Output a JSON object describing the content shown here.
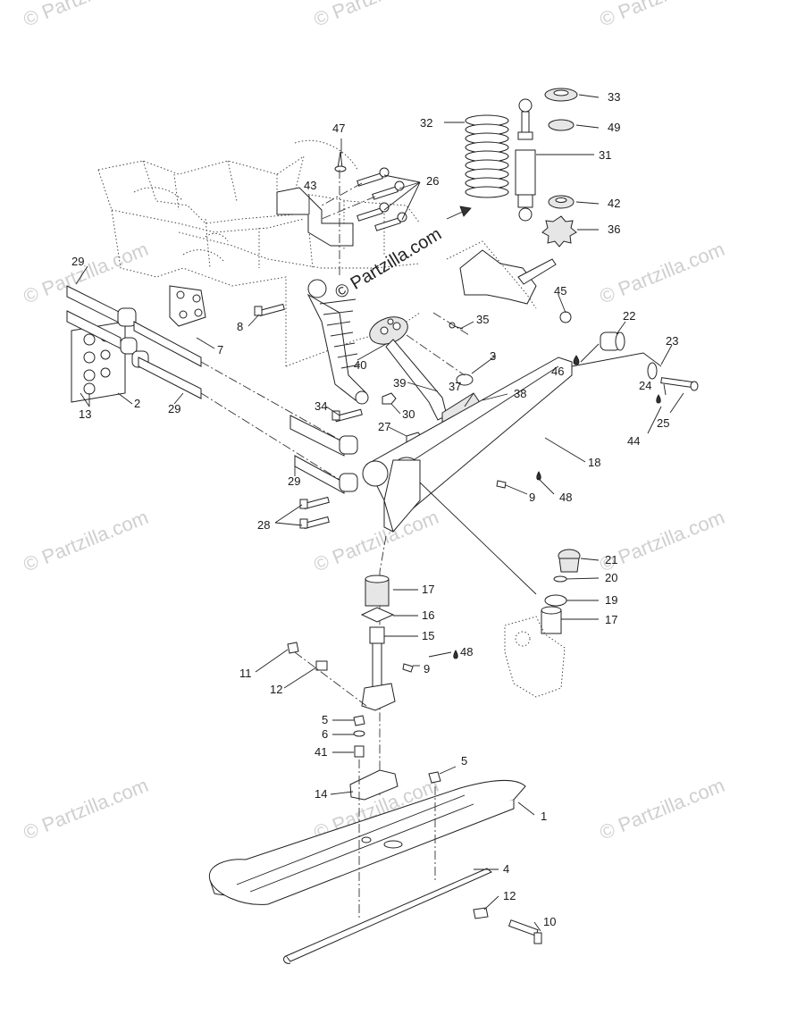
{
  "watermark": "© Partzilla.com",
  "center_watermark": "© Partzilla.com",
  "parts": [
    "1",
    "2",
    "3",
    "4",
    "5",
    "5",
    "6",
    "7",
    "8",
    "9",
    "9",
    "10",
    "11",
    "12",
    "12",
    "13",
    "14",
    "15",
    "16",
    "17",
    "17",
    "18",
    "19",
    "20",
    "21",
    "22",
    "23",
    "24",
    "25",
    "26",
    "27",
    "28",
    "29",
    "29",
    "29",
    "30",
    "31",
    "32",
    "33",
    "34",
    "35",
    "36",
    "37",
    "38",
    "39",
    "40",
    "41",
    "42",
    "43",
    "44",
    "45",
    "46",
    "47",
    "48",
    "48",
    "49"
  ],
  "icons": [
    "oil-drop-icon",
    "copyright-icon"
  ]
}
